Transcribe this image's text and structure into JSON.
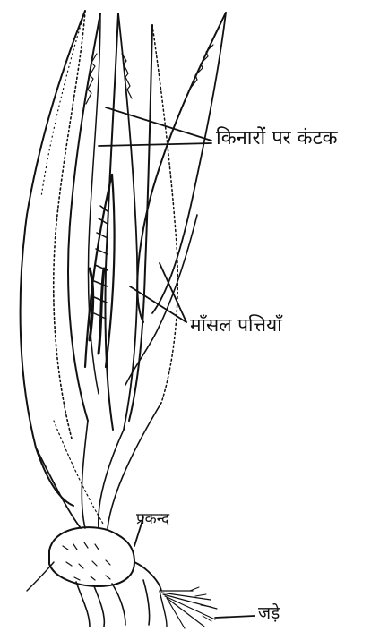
{
  "labels": {
    "spines": "किनारों पर कंटक",
    "fleshy_leaves": "माँसल पत्तियाँ",
    "rhizome": "प्रकन्द",
    "roots": "जड़े"
  },
  "colors": {
    "ink": "#111111",
    "background": "#ffffff"
  }
}
